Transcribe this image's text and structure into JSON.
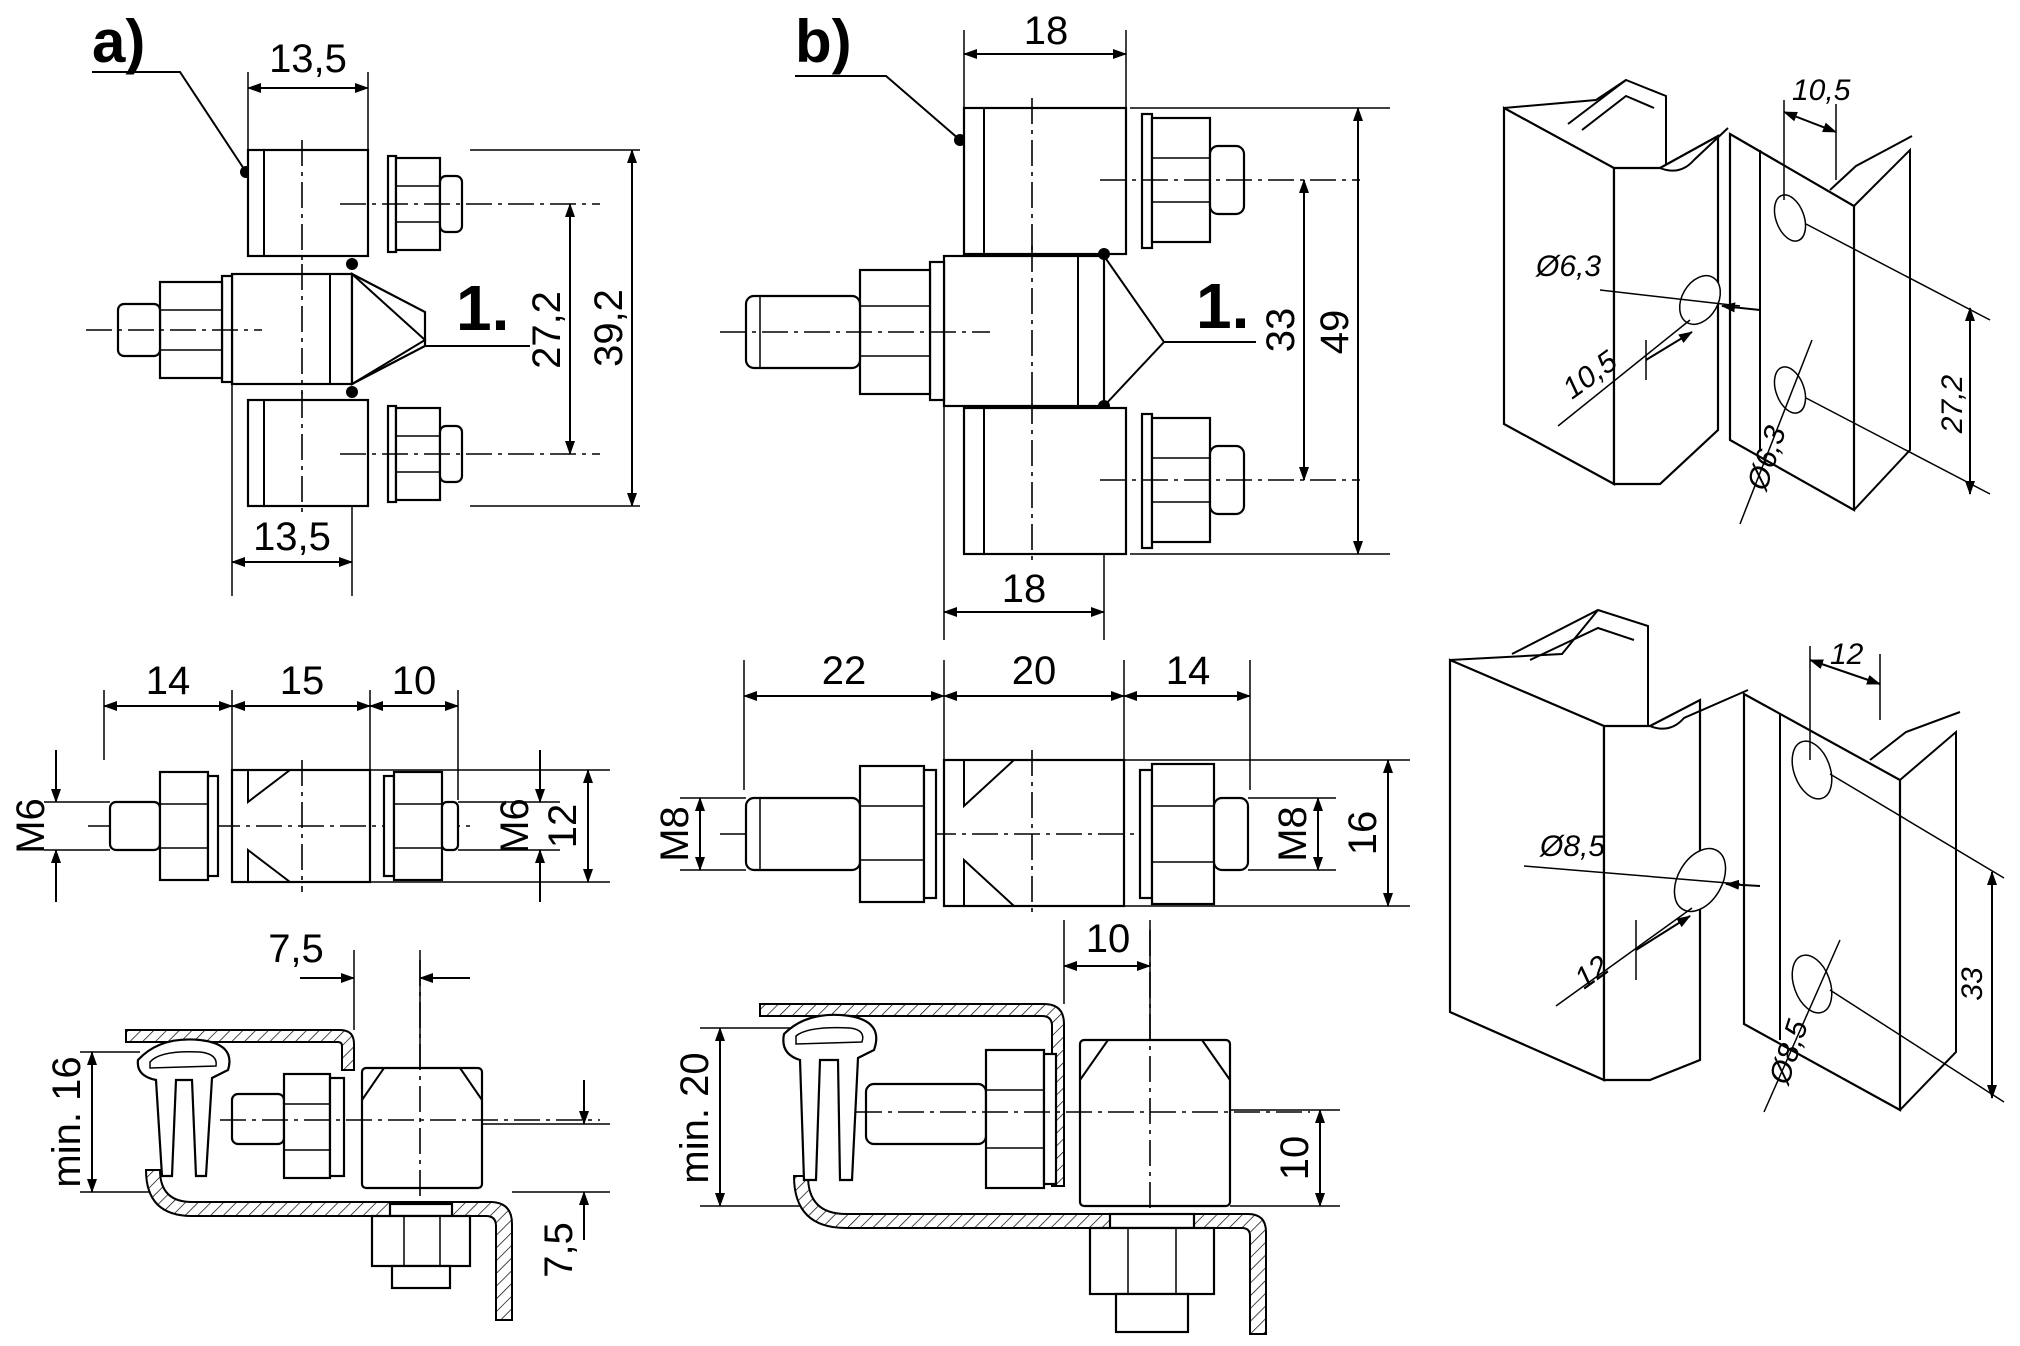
{
  "labels": {
    "a": "a)",
    "b": "b)",
    "item_a": "1.",
    "item_b": "1."
  },
  "dims_a": {
    "top_width": "13,5",
    "bottom_width": "13,5",
    "inner_height": "27,2",
    "outer_height": "39,2"
  },
  "dims_b": {
    "top_width": "18",
    "bottom_width": "18",
    "inner_height": "33",
    "outer_height": "49"
  },
  "side_a": {
    "d1": "14",
    "d2": "15",
    "d3": "10",
    "thread_left": "M6",
    "thread_right": "M6",
    "height": "12"
  },
  "side_b": {
    "d1": "22",
    "d2": "20",
    "d3": "14",
    "thread_left": "M8",
    "thread_right": "M8",
    "height": "16"
  },
  "mount_a": {
    "offset": "7,5",
    "min_thickness": "min. 16",
    "bottom": "7,5"
  },
  "mount_b": {
    "offset": "10",
    "min_thickness": "min. 20",
    "height": "10"
  },
  "profile_top": {
    "hole_spacing": "10,5",
    "hole_dia_1": "Ø6,3",
    "edge_dist": "10,5",
    "hole_dia_2": "Ø6,3",
    "pitch": "27,2"
  },
  "profile_bottom": {
    "hole_spacing": "12",
    "hole_dia_1": "Ø8,5",
    "edge_dist": "12",
    "hole_dia_2": "Ø8,5",
    "pitch": "33"
  }
}
